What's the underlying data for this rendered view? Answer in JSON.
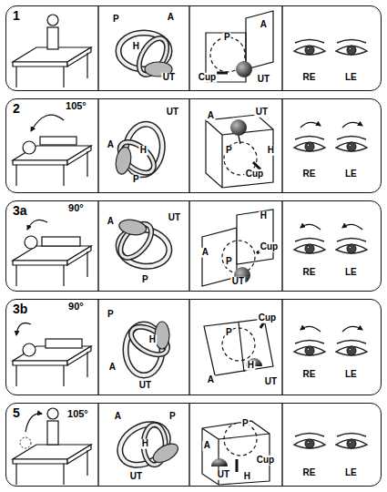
{
  "diagram": {
    "nodes": [
      {
        "text": [
          "1"
        ]
      },
      {
        "text": [
          "2"
        ]
      },
      {
        "text": [
          "3a"
        ]
      },
      {
        "text": [
          "3b"
        ]
      },
      {
        "text": [
          "5"
        ]
      }
    ],
    "labels": [
      "P",
      "A",
      "H",
      "UT",
      "P",
      "A",
      "UT",
      "Cup",
      "RE",
      "LE",
      "105°",
      "A",
      "UT",
      "H",
      "P",
      "A",
      "UT",
      "H",
      "P",
      "Cup",
      "RE",
      "LE",
      "90°",
      "A",
      "UT",
      "P",
      "A",
      "H",
      "P",
      "Cup",
      "UT",
      "RE",
      "LE",
      "90°",
      "P",
      "H",
      "A",
      "UT",
      "P",
      "Cup",
      "A",
      "H",
      "UT",
      "RE",
      "LE",
      "105°",
      "A",
      "P",
      "H",
      "UT",
      "A",
      "P",
      "UT",
      "H",
      "Cup",
      "RE",
      "LE"
    ]
  }
}
